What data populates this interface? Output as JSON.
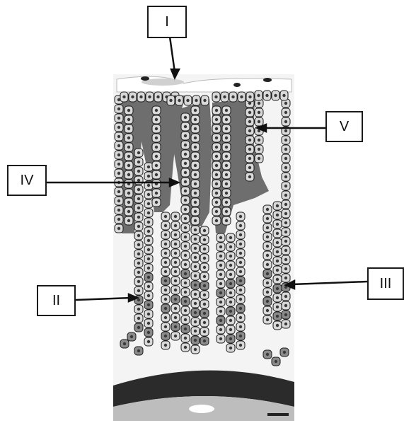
{
  "diagram": {
    "labels": [
      {
        "id": "I",
        "text": "I"
      },
      {
        "id": "II",
        "text": "II"
      },
      {
        "id": "III",
        "text": "III"
      },
      {
        "id": "IV",
        "text": "IV"
      },
      {
        "id": "V",
        "text": "V"
      }
    ],
    "colors": {
      "epithelial_cell": "#d9d9d9",
      "lamina_propria": "#6e6e6e",
      "nucleus": "#3a3a3a",
      "muscularis": "#2b2b2b",
      "submucosa": "#bdbdbd",
      "outline": "#1a1a1a"
    }
  }
}
